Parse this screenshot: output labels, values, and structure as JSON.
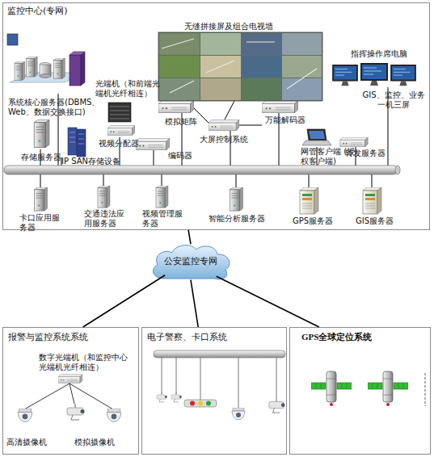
{
  "diagram": {
    "nodes": [
      {
        "text": [
          "监控中心(专网)"
        ]
      },
      {
        "text": [
          "公安监控专网"
        ]
      },
      {
        "text": [
          "报警与监控系统系统"
        ]
      },
      {
        "text": [
          "电子警察、卡口系统"
        ]
      },
      {
        "text": [
          "GPS全球定位系统"
        ]
      }
    ],
    "edges": [
      {
        "from": 0,
        "to": 1,
        "arrow": "none"
      },
      {
        "from": 1,
        "to": 2,
        "arrow": "none"
      },
      {
        "from": 1,
        "to": 3,
        "arrow": "none"
      },
      {
        "from": 1,
        "to": 4,
        "arrow": "none"
      }
    ],
    "labels": [
      "系统核心服务器(DBMS、 Web、数据交换接口)",
      "存储服务器",
      "IP SAN存储设备",
      "光端机（和前端光 端机光纤相连）",
      "视频分配器",
      "模拟矩阵",
      "编码器",
      "无缝拼接屏及组合电视墙",
      "大屏控制系统",
      "万能解码器",
      "网管客户端 (授权客户端)",
      "指挥操作席电脑",
      "GIS、监控、业务 一机三屏",
      "转发服务器",
      "卡口应用服 务器",
      "交通违法应 用服务器",
      "视频管理服 务器",
      "智能分析服务器",
      "GPS服务器",
      "GIS服务器",
      "数字光端机（和监控中心 光端机光纤相连）",
      "高清摄像机",
      "模拟摄像机"
    ]
  }
}
